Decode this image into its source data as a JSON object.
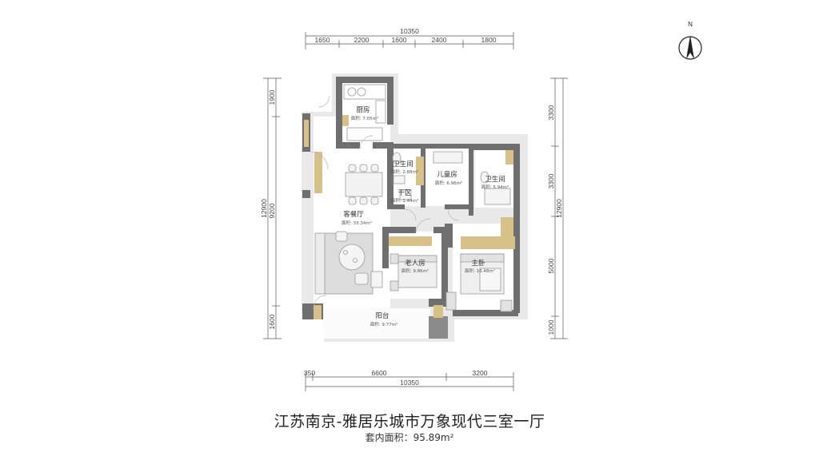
{
  "title": "江苏南京-雅居乐城市万象现代三室一厅",
  "subtitle": "套内面积：95.89m²",
  "compass_label": "N",
  "top_dims": {
    "total": "10350",
    "segments": [
      "1650",
      "2200",
      "1600",
      "2400",
      "1800"
    ]
  },
  "bottom_dims": {
    "total": "10350",
    "segments": [
      "350",
      "6600",
      "3200"
    ]
  },
  "left_dims": {
    "total": "12900",
    "segments": [
      "1900",
      "9200",
      "1600"
    ]
  },
  "right_dims": {
    "total": "12900",
    "segments": [
      "3300",
      "3300",
      "5000",
      "1000"
    ]
  },
  "rooms": {
    "kitchen": {
      "name": "厨房",
      "area": "面积: 7.05m²"
    },
    "bath1": {
      "name": "卫生间",
      "area": "面积: 2.88m²"
    },
    "laundry": {
      "name": "干区",
      "area": "面积: 1.44m²"
    },
    "kids": {
      "name": "儿童房",
      "area": "面积: 6.96m²"
    },
    "bath2": {
      "name": "卫生间",
      "area": "面积: 5.94m²"
    },
    "living": {
      "name": "客餐厅",
      "area": "面积: 33.34m²"
    },
    "elder": {
      "name": "老人房",
      "area": "面积: 9.86m²"
    },
    "master": {
      "name": "主卧",
      "area": "面积: 16.48m²"
    },
    "balcony": {
      "name": "阳台",
      "area": "面积: 9.77m²"
    }
  }
}
